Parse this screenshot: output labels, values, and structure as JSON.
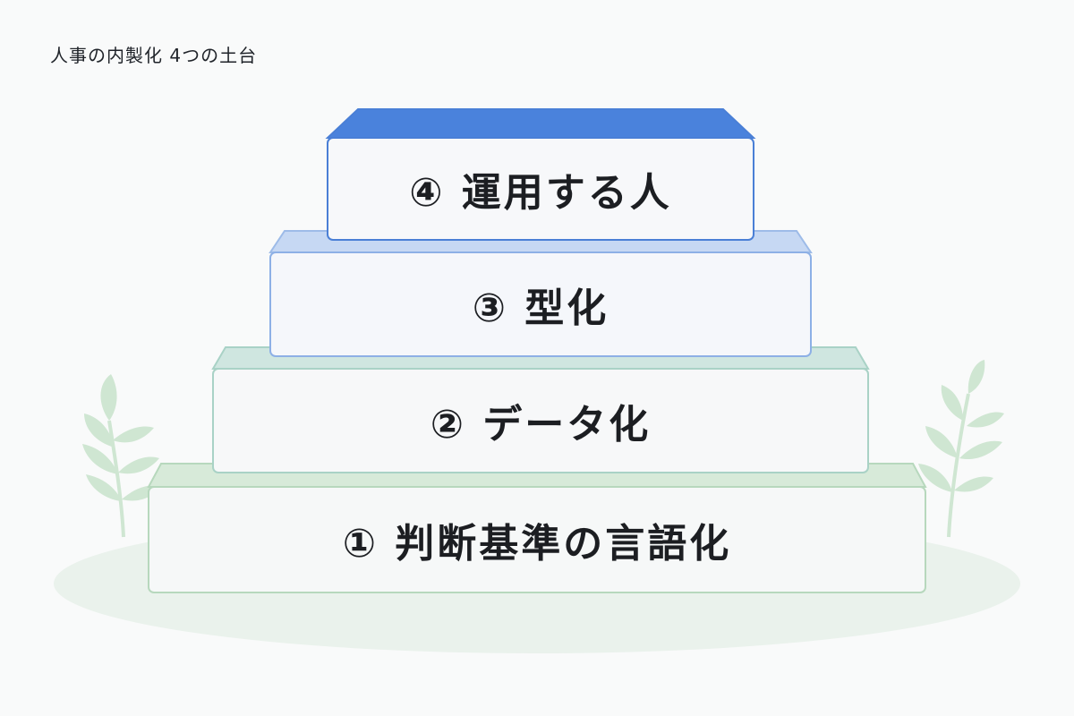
{
  "title": "人事の内製化 4つの土台",
  "tiers": [
    {
      "label": "① 判断基準の言語化"
    },
    {
      "label": "② データ化"
    },
    {
      "label": "③ 型化"
    },
    {
      "label": "④ 運用する人"
    }
  ],
  "colors": {
    "background": "#f9fafa",
    "ground": "#e8f1ea",
    "tier1_border": "#b7d8bd",
    "tier2_border": "#a9d2c6",
    "tier3_border": "#8db0e6",
    "tier4_top": "#4a82dc",
    "tier4_border": "#4a7fd6",
    "leaf": "#cfe6d2"
  }
}
